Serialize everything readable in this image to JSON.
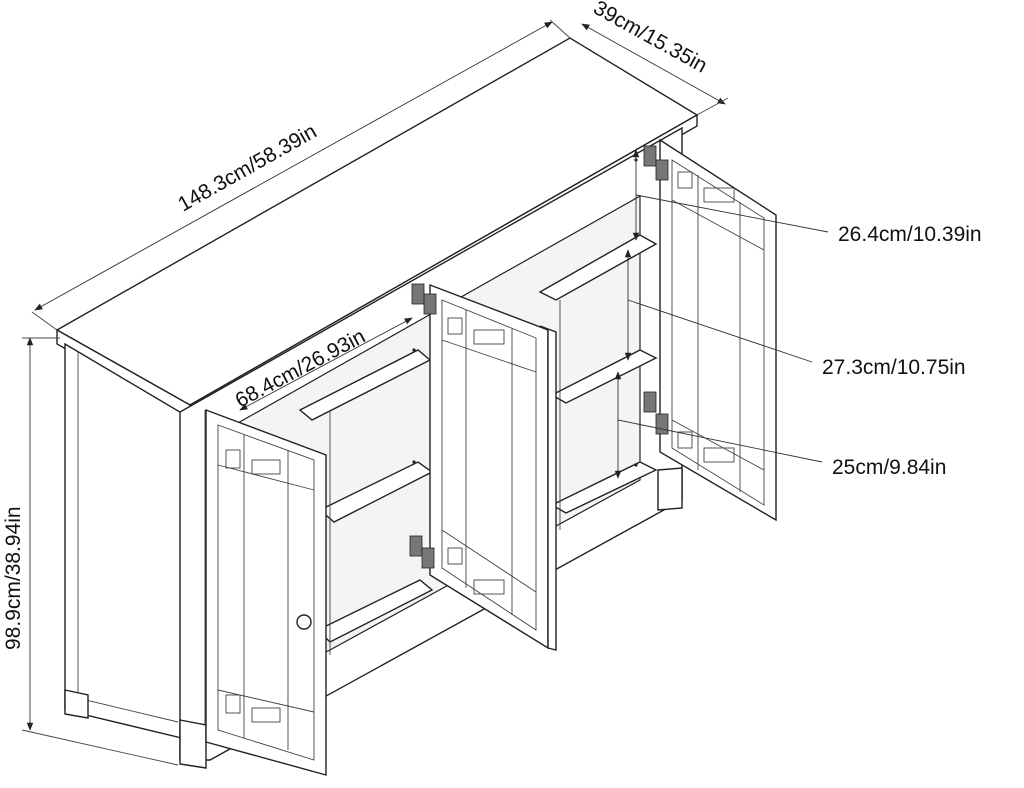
{
  "dimensions": {
    "width": "148.3cm/58.39in",
    "depth": "39cm/15.35in",
    "height": "98.9cm/38.94in",
    "interior_width": "68.4cm/26.93in",
    "shelf_top": "26.4cm/10.39in",
    "shelf_middle": "27.3cm/10.75in",
    "shelf_bottom": "25cm/9.84in"
  },
  "colors": {
    "line": "#222222",
    "background": "#ffffff"
  }
}
